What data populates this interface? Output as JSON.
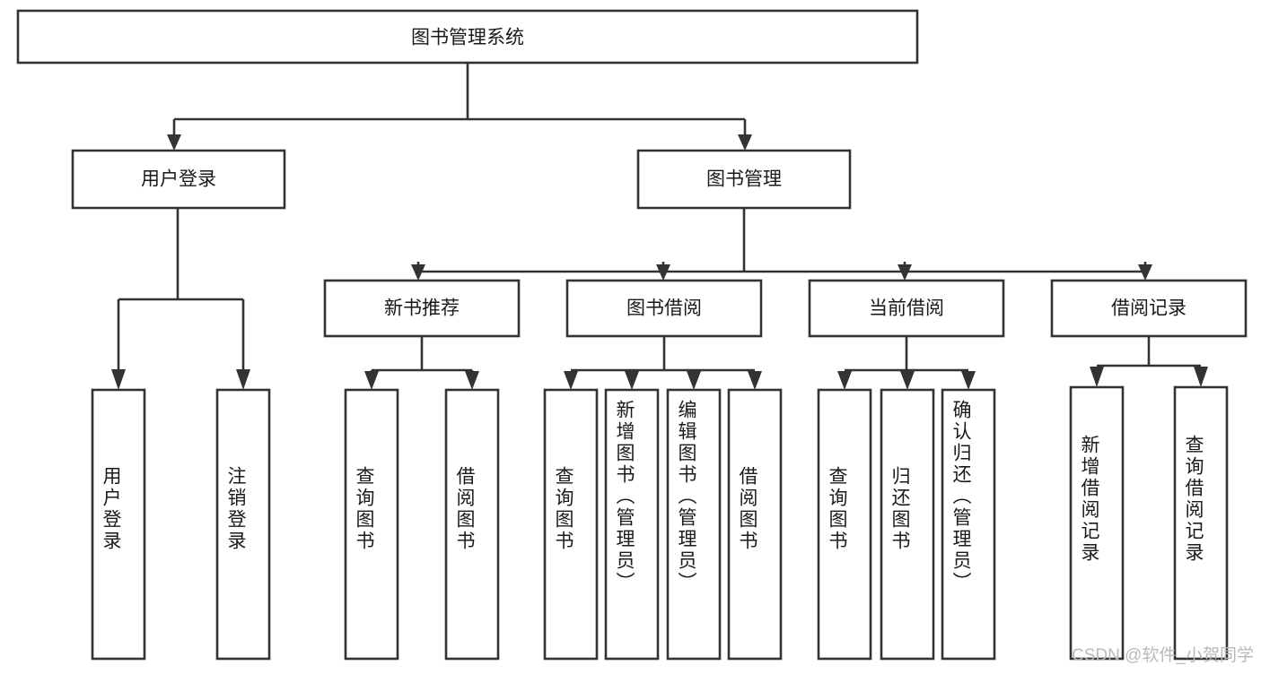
{
  "diagram": {
    "type": "tree-hierarchy-chart",
    "title": "图书管理系统",
    "orientation": "top-down",
    "colors": {
      "box_stroke": "#333333",
      "box_fill": "#ffffff",
      "text": "#1a1a1a",
      "background": "#ffffff",
      "watermark": "#b9b9b9"
    },
    "levels": {
      "root": {
        "label": "图书管理系统"
      },
      "level2": [
        {
          "label": "用户登录"
        },
        {
          "label": "图书管理"
        }
      ],
      "level3": [
        {
          "label": "新书推荐"
        },
        {
          "label": "图书借阅"
        },
        {
          "label": "当前借阅"
        },
        {
          "label": "借阅记录"
        }
      ],
      "leaves": {
        "user_login": [
          {
            "label": "用户登录"
          },
          {
            "label": "注销登录"
          }
        ],
        "new_book_recommend": [
          {
            "label": "查询图书"
          },
          {
            "label": "借阅图书"
          }
        ],
        "book_borrow": [
          {
            "label": "查询图书"
          },
          {
            "label": "新增图书（管理员）"
          },
          {
            "label": "编辑图书（管理员）"
          },
          {
            "label": "借阅图书"
          }
        ],
        "current_borrow": [
          {
            "label": "查询图书"
          },
          {
            "label": "归还图书"
          },
          {
            "label": "确认归还（管理员）"
          }
        ],
        "borrow_record": [
          {
            "label": "新增借阅记录"
          },
          {
            "label": "查询借阅记录"
          }
        ]
      }
    },
    "watermark": "CSDN @软件_小贺同学"
  }
}
